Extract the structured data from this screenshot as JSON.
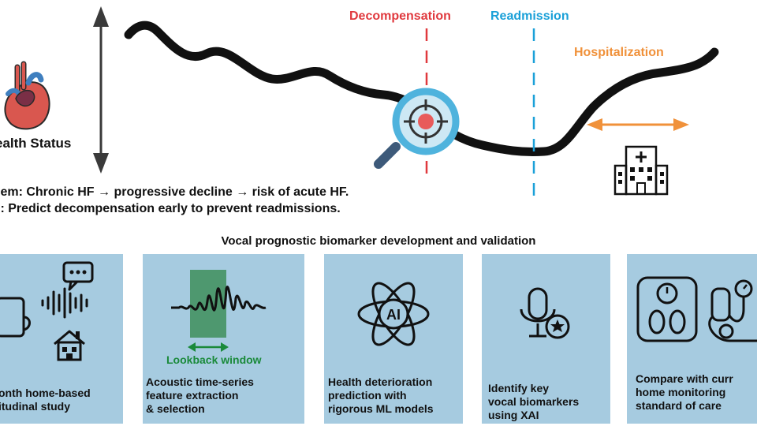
{
  "top": {
    "y_axis_label": "ealth Status",
    "events": {
      "decompensation": {
        "label": "Decompensation",
        "color": "#e0393e"
      },
      "readmission": {
        "label": "Readmission",
        "color": "#1aa0d8"
      },
      "hospitalization": {
        "label": "Hospitalization",
        "color": "#f0913a"
      }
    },
    "problem_line": "lem: Chronic HF → progressive decline → risk of acute HF.",
    "goal_line": "l: Predict decompensation early to prevent readmissions."
  },
  "section_title": "Vocal prognostic biomarker development and validation",
  "panels": [
    {
      "text": "onth home-based\nitudinal study"
    },
    {
      "text": "Acoustic time-series\nfeature extraction\n& selection",
      "lookback_label": "Lookback window"
    },
    {
      "text": "Health deterioration\nprediction with\nrigorous ML models"
    },
    {
      "text": "Identify key\nvocal biomarkers\nusing XAI"
    },
    {
      "text": "Compare with curr\nhome monitoring\nstandard of care"
    }
  ],
  "colors": {
    "panel": "#a6cbe0",
    "lookback": "#1a8a3a",
    "curve": "#111111"
  }
}
